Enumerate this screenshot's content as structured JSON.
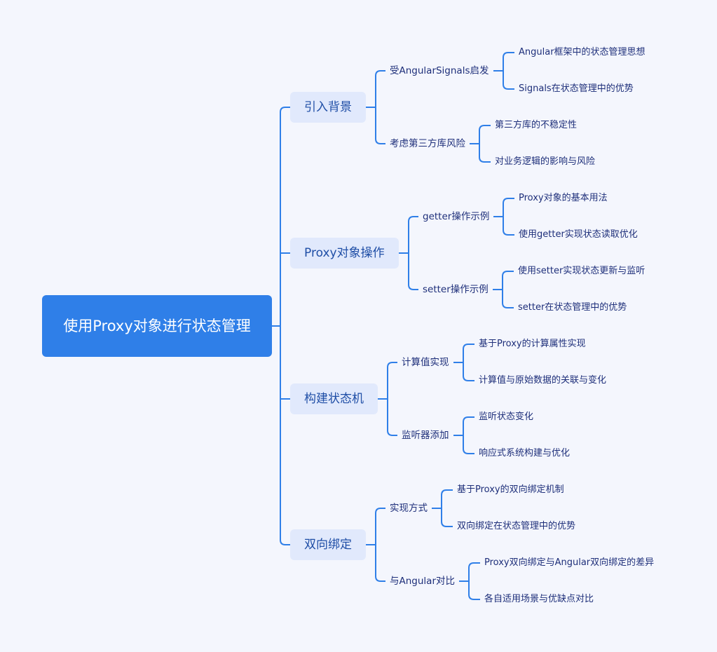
{
  "root": {
    "label": "使用Proxy对象进行状态管理"
  },
  "branches": [
    {
      "label": "引入背景",
      "children": [
        {
          "label": "受AngularSignals启发",
          "children": [
            {
              "label": "Angular框架中的状态管理思想"
            },
            {
              "label": "Signals在状态管理中的优势"
            }
          ]
        },
        {
          "label": "考虑第三方库风险",
          "children": [
            {
              "label": "第三方库的不稳定性"
            },
            {
              "label": "对业务逻辑的影响与风险"
            }
          ]
        }
      ]
    },
    {
      "label": "Proxy对象操作",
      "children": [
        {
          "label": "getter操作示例",
          "children": [
            {
              "label": "Proxy对象的基本用法"
            },
            {
              "label": "使用getter实现状态读取优化"
            }
          ]
        },
        {
          "label": "setter操作示例",
          "children": [
            {
              "label": "使用setter实现状态更新与监听"
            },
            {
              "label": "setter在状态管理中的优势"
            }
          ]
        }
      ]
    },
    {
      "label": "构建状态机",
      "children": [
        {
          "label": "计算值实现",
          "children": [
            {
              "label": "基于Proxy的计算属性实现"
            },
            {
              "label": "计算值与原始数据的关联与变化"
            }
          ]
        },
        {
          "label": "监听器添加",
          "children": [
            {
              "label": "监听状态变化"
            },
            {
              "label": "响应式系统构建与优化"
            }
          ]
        }
      ]
    },
    {
      "label": "双向绑定",
      "children": [
        {
          "label": "实现方式",
          "children": [
            {
              "label": "基于Proxy的双向绑定机制"
            },
            {
              "label": "双向绑定在状态管理中的优势"
            }
          ]
        },
        {
          "label": "与Angular对比",
          "children": [
            {
              "label": "Proxy双向绑定与Angular双向绑定的差异"
            },
            {
              "label": "各自适用场景与优缺点对比"
            }
          ]
        }
      ]
    }
  ],
  "colors": {
    "line": "#2f7fe8",
    "root_bg": "#2f7fe8",
    "branch_bg": "#e1e9fc",
    "background": "#f4f6fd"
  }
}
